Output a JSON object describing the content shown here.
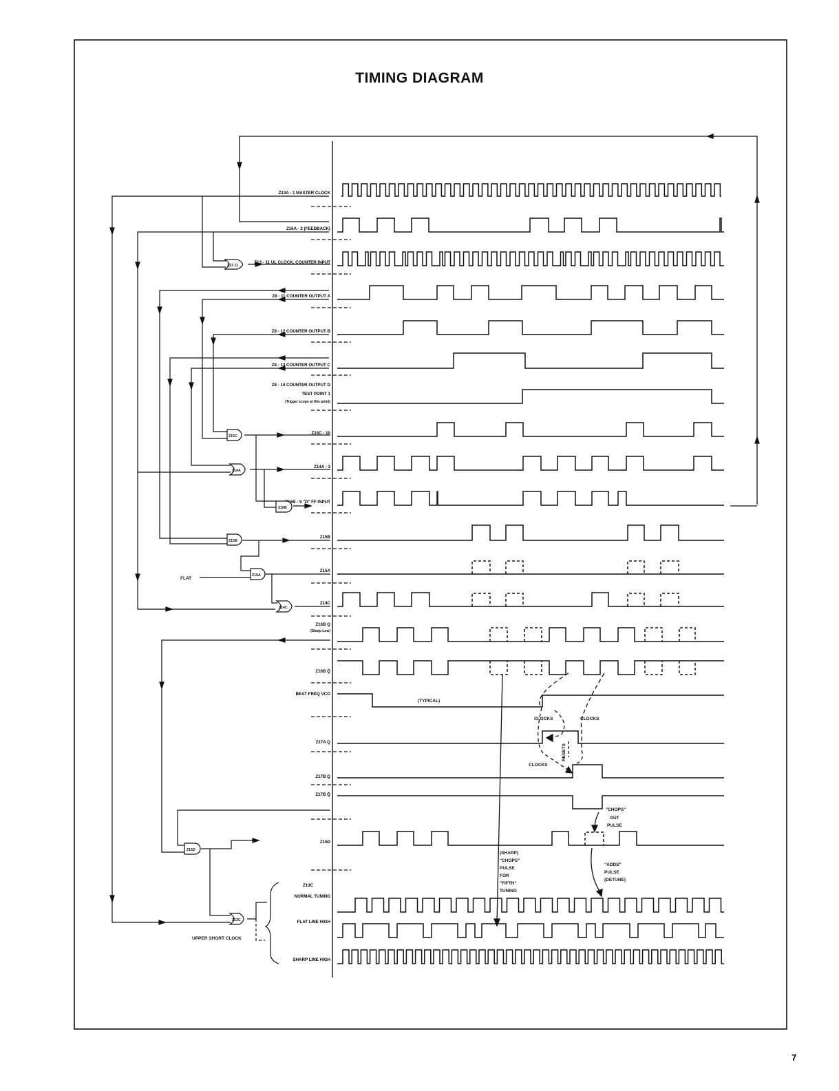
{
  "title": "TIMING DIAGRAM",
  "page_number": "7",
  "signals": [
    {
      "id": "s0",
      "label": "Z13A - 1 MASTER CLOCK"
    },
    {
      "id": "s1",
      "label": "Z16A - 2 (FEEDBACK)"
    },
    {
      "id": "s2",
      "label": "Z13 - 11 UL CLOCK, COUNTER INPUT"
    },
    {
      "id": "s3",
      "label": "Z8 - 11 COUNTER OUTPUT A"
    },
    {
      "id": "s4",
      "label": "Z8 - 12 COUNTER OUTPUT B"
    },
    {
      "id": "s5",
      "label": "Z8 - 13 COUNTER OUTPUT C"
    },
    {
      "id": "s6",
      "label": "Z8 - 14 COUNTER OUTPUT D"
    },
    {
      "id": "s6b",
      "label": "TEST POINT 1"
    },
    {
      "id": "s6c",
      "label": "(Trigger scope at this point)"
    },
    {
      "id": "s7",
      "label": "Z15C - 10"
    },
    {
      "id": "s8",
      "label": "Z14A - 3"
    },
    {
      "id": "s9",
      "label": "Z16B - 9 \"D\" FF INPUT"
    },
    {
      "id": "s10",
      "label": "Z15B"
    },
    {
      "id": "s11",
      "label": "Z15A"
    },
    {
      "id": "s12",
      "label": "Z14C"
    },
    {
      "id": "s13",
      "label": "Z16B  Q"
    },
    {
      "id": "s13b",
      "label": "(Sharp Low)"
    },
    {
      "id": "s14",
      "label": "Z16B  Q̄"
    },
    {
      "id": "s15",
      "label": "BEAT FREQ VCO"
    },
    {
      "id": "s16",
      "label": "Z17A  Q"
    },
    {
      "id": "s17",
      "label": "Z17B  Q"
    },
    {
      "id": "s18",
      "label": "Z17B  Q̄"
    },
    {
      "id": "s19",
      "label": "Z15D"
    },
    {
      "id": "s20",
      "label": "Z13C"
    },
    {
      "id": "s21",
      "label": "NORMAL TUNING"
    },
    {
      "id": "s22",
      "label": "FLAT LINE HIGH"
    },
    {
      "id": "s23",
      "label": "SHARP LINE HIGH"
    }
  ],
  "gates": {
    "z13_11": "Z13 11",
    "z15c": "Z15C",
    "z14a": "Z14A",
    "z16b": "Z16B",
    "z15b": "Z15B",
    "z15a": "Z15A",
    "z14c": "Z14C",
    "z15d": "Z15D",
    "z13c": "Z13C"
  },
  "annotations": {
    "flat": "FLAT",
    "typical": "(TYPICAL)",
    "clocks1": "CLOCKS",
    "clocks2": "CLOCKS",
    "clocks3": "CLOCKS",
    "resets": "RESETS",
    "chops_out_1": "\"CHOPS\"",
    "chops_out_2": "OUT",
    "chops_out_3": "PULSE",
    "sharp_1": "(SHARP)",
    "sharp_2": "\"CHOPS\"",
    "sharp_3": "PULSE",
    "sharp_4": "FOR",
    "sharp_5": "\"FIFTH\"",
    "sharp_6": "TUNING",
    "adds_1": "\"ADDS\"",
    "adds_2": "PULSE",
    "adds_3": "(DETUNE)",
    "upper_short_clock": "UPPER SHORT CLOCK"
  }
}
